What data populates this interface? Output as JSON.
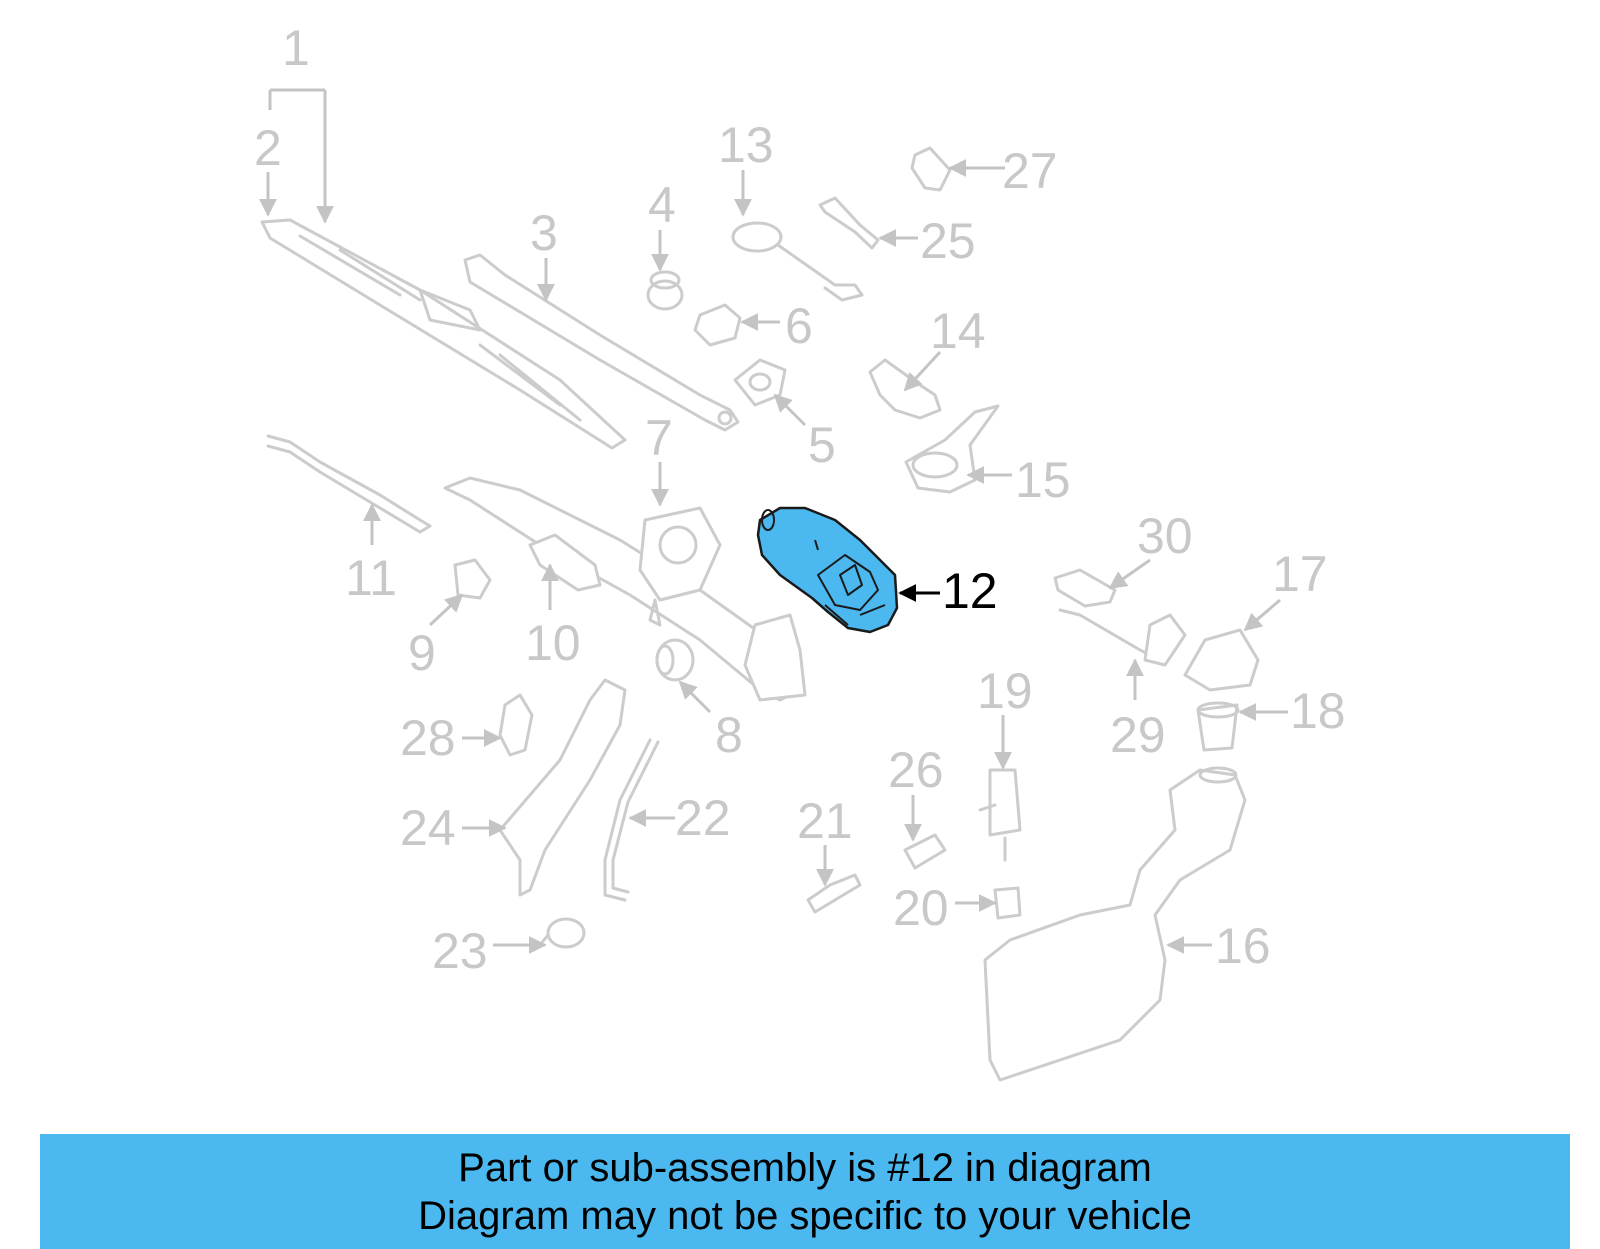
{
  "diagram": {
    "callouts": [
      "1",
      "2",
      "3",
      "4",
      "5",
      "6",
      "7",
      "8",
      "9",
      "10",
      "11",
      "12",
      "13",
      "14",
      "15",
      "16",
      "17",
      "18",
      "19",
      "20",
      "21",
      "22",
      "23",
      "24",
      "25",
      "26",
      "27",
      "28",
      "29",
      "30"
    ],
    "highlighted_callout": "12",
    "highlight_color": "#4cb8f0",
    "part_line_color": "#cccccc",
    "label_color": "#c8c8c8"
  },
  "banner": {
    "line1": "Part or sub-assembly is #12 in diagram",
    "line2": "Diagram may not be specific to your vehicle",
    "background": "#4cb8f0"
  }
}
